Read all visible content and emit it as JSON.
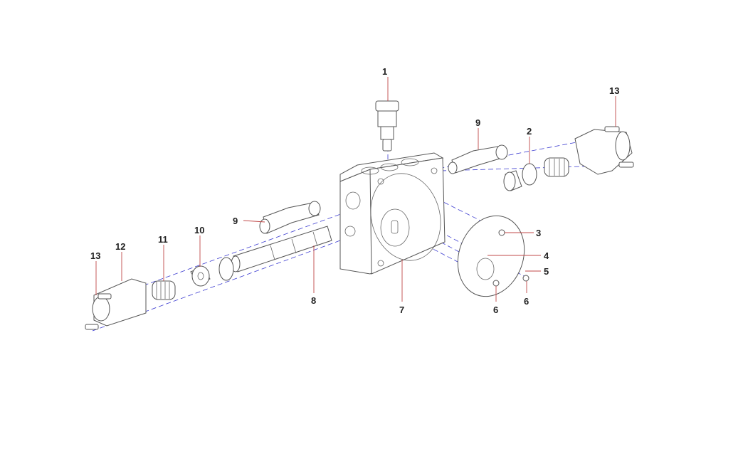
{
  "diagram": {
    "title": "",
    "callouts": {
      "c1": "1",
      "c2": "2",
      "c3": "3",
      "c4": "4",
      "c5": "5",
      "c6a": "6",
      "c6b": "6",
      "c7": "7",
      "c8": "8",
      "c9a": "9",
      "c9b": "9",
      "c10": "10",
      "c11": "11",
      "c12": "12",
      "c13a": "13",
      "c13b": "13"
    },
    "colors": {
      "leader": "#c04848",
      "axis": "#3b3bd0",
      "outline": "#555555"
    }
  }
}
